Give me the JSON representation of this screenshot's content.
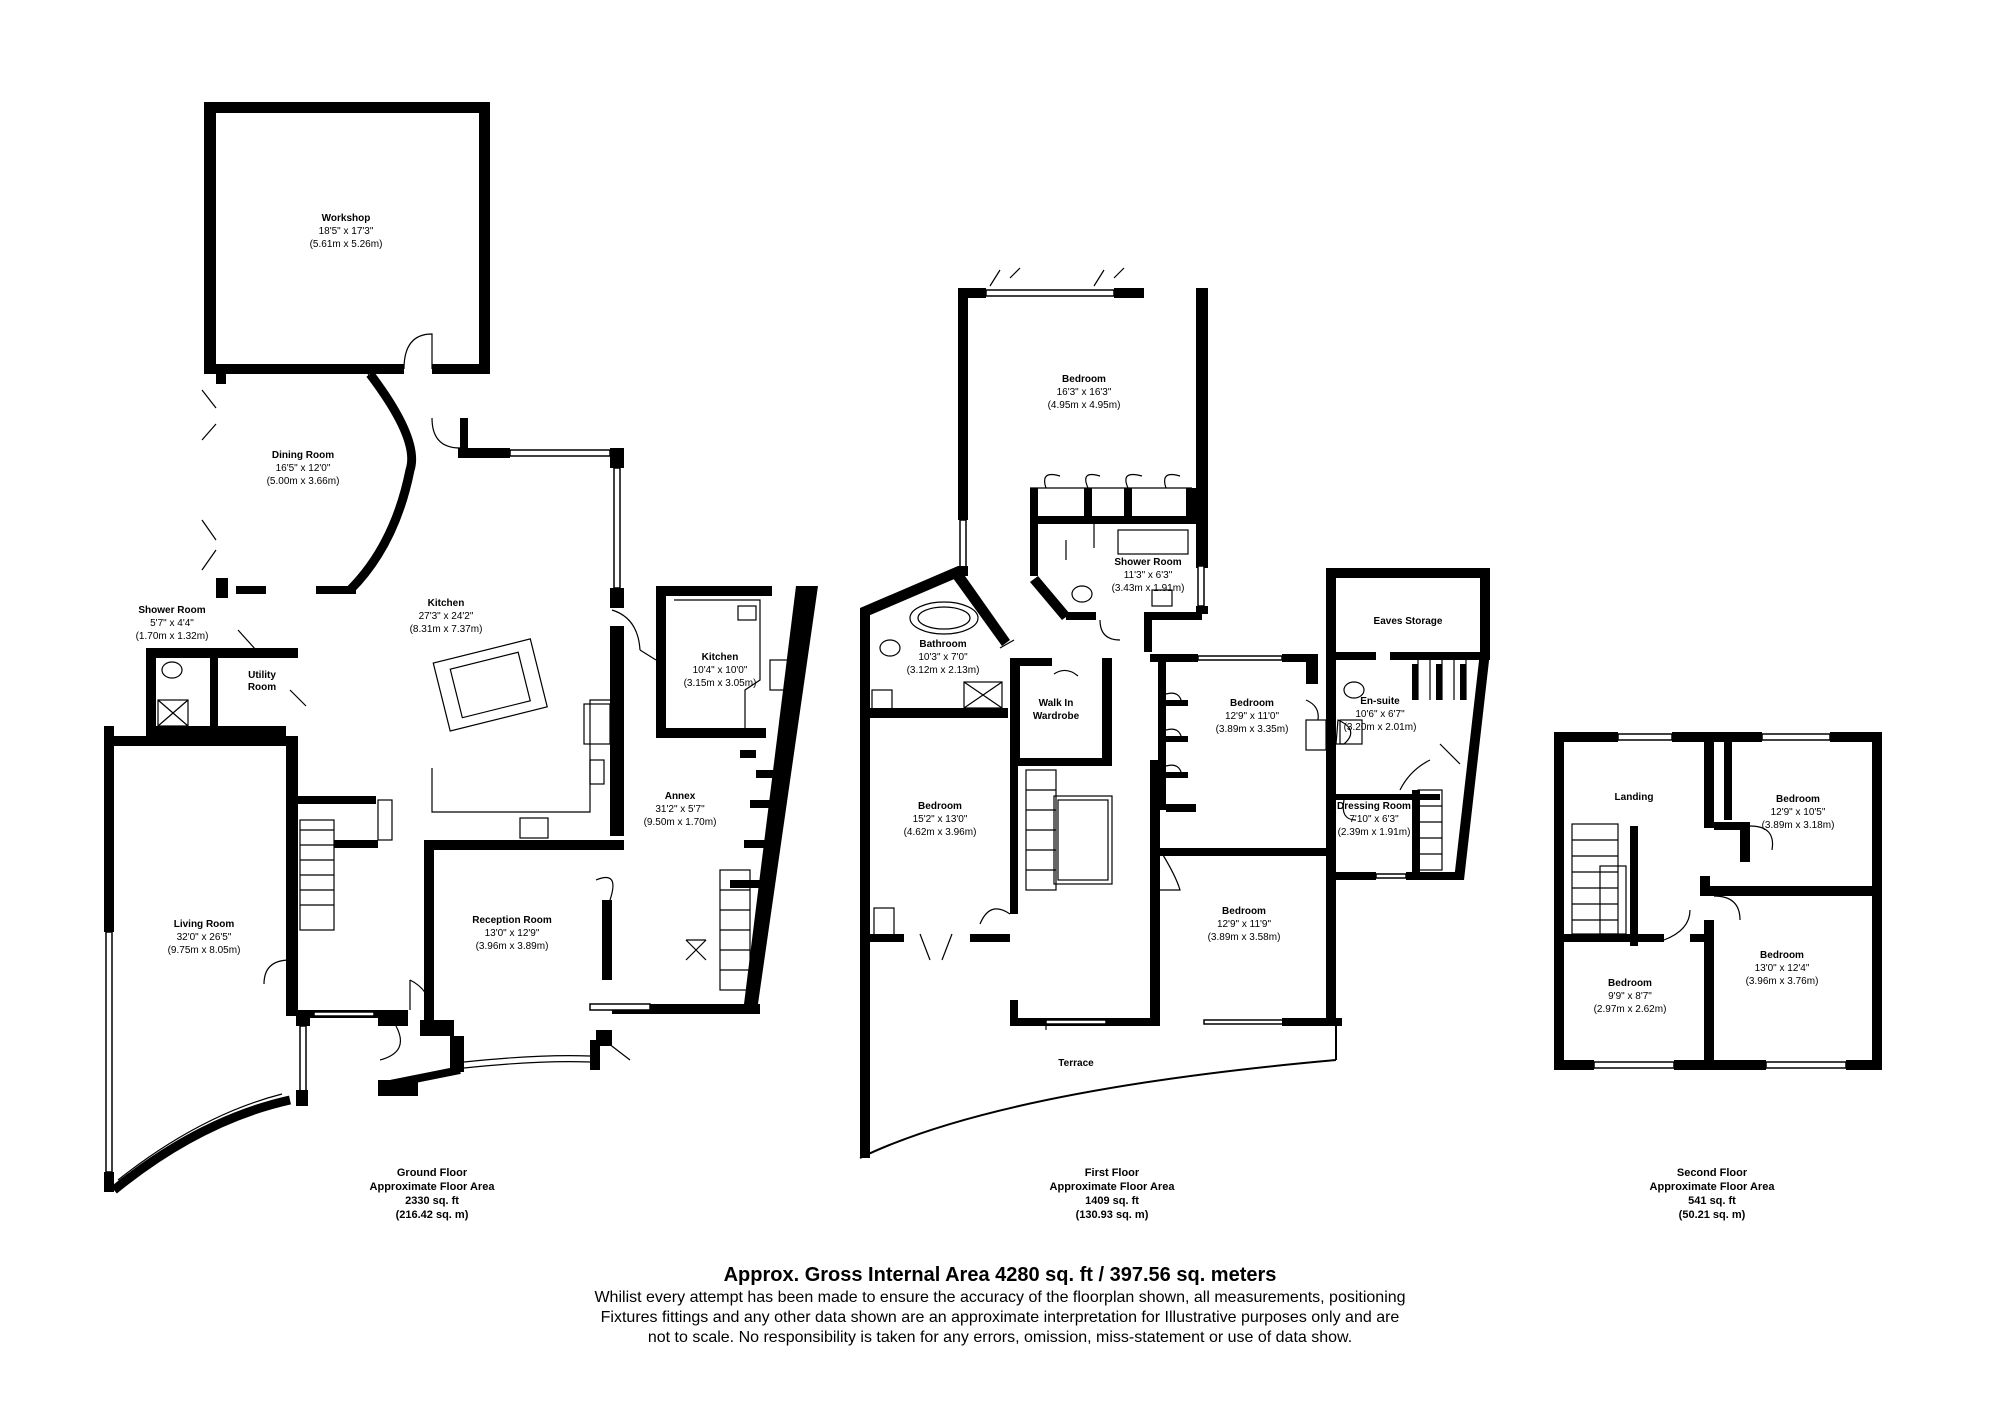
{
  "floors": [
    {
      "name": "Ground Floor",
      "area_label": "Approximate Floor Area",
      "sqft": "2330 sq. ft",
      "sqm": "(216.42 sq. m)",
      "rooms": [
        {
          "name": "Workshop",
          "imperial": "18'5\" x 17'3\"",
          "metric": "(5.61m x 5.26m)"
        },
        {
          "name": "Dining Room",
          "imperial": "16'5\" x 12'0\"",
          "metric": "(5.00m x 3.66m)"
        },
        {
          "name": "Kitchen",
          "imperial": "27'3\" x 24'2\"",
          "metric": "(8.31m x 7.37m)"
        },
        {
          "name": "Kitchen",
          "imperial": "10'4\" x 10'0\"",
          "metric": "(3.15m x 3.05m)"
        },
        {
          "name": "Shower Room",
          "imperial": "5'7\" x 4'4\"",
          "metric": "(1.70m x 1.32m)"
        },
        {
          "name": "Utility Room",
          "imperial": "",
          "metric": ""
        },
        {
          "name": "Annex",
          "imperial": "31'2\" x 5'7\"",
          "metric": "(9.50m x 1.70m)"
        },
        {
          "name": "Living Room",
          "imperial": "32'0\" x 26'5\"",
          "metric": "(9.75m x 8.05m)"
        },
        {
          "name": "Reception Room",
          "imperial": "13'0\" x 12'9\"",
          "metric": "(3.96m x 3.89m)"
        }
      ]
    },
    {
      "name": "First Floor",
      "area_label": "Approximate Floor Area",
      "sqft": "1409 sq. ft",
      "sqm": "(130.93 sq. m)",
      "rooms": [
        {
          "name": "Bedroom",
          "imperial": "16'3\" x 16'3\"",
          "metric": "(4.95m x 4.95m)"
        },
        {
          "name": "Shower Room",
          "imperial": "11'3\" x 6'3\"",
          "metric": "(3.43m x 1.91m)"
        },
        {
          "name": "Bathroom",
          "imperial": "10'3\" x 7'0\"",
          "metric": "(3.12m x 2.13m)"
        },
        {
          "name": "Walk In Wardrobe",
          "imperial": "",
          "metric": ""
        },
        {
          "name": "Eaves Storage",
          "imperial": "",
          "metric": ""
        },
        {
          "name": "En-suite",
          "imperial": "10'6\" x 6'7\"",
          "metric": "(3.20m x 2.01m)"
        },
        {
          "name": "Bedroom",
          "imperial": "12'9\" x 11'0\"",
          "metric": "(3.89m x 3.35m)"
        },
        {
          "name": "Bedroom",
          "imperial": "15'2\" x 13'0\"",
          "metric": "(4.62m x 3.96m)"
        },
        {
          "name": "Dressing Room",
          "imperial": "7'10\" x 6'3\"",
          "metric": "(2.39m x 1.91m)"
        },
        {
          "name": "Bedroom",
          "imperial": "12'9\" x 11'9\"",
          "metric": "(3.89m x 3.58m)"
        },
        {
          "name": "Terrace",
          "imperial": "",
          "metric": ""
        }
      ]
    },
    {
      "name": "Second Floor",
      "area_label": "Approximate Floor Area",
      "sqft": "541 sq. ft",
      "sqm": "(50.21 sq. m)",
      "rooms": [
        {
          "name": "Landing",
          "imperial": "",
          "metric": ""
        },
        {
          "name": "Bedroom",
          "imperial": "12'9\" x 10'5\"",
          "metric": "(3.89m x 3.18m)"
        },
        {
          "name": "Bedroom",
          "imperial": "9'9\" x 8'7\"",
          "metric": "(2.97m x 2.62m)"
        },
        {
          "name": "Bedroom",
          "imperial": "13'0\" x 12'4\"",
          "metric": "(3.96m x 3.76m)"
        }
      ]
    }
  ],
  "summary": {
    "gross_area": "Approx. Gross Internal Area 4280 sq. ft / 397.56 sq. meters",
    "disclaimer_lines": [
      "Whilist every attempt has been made to ensure the accuracy of the floorplan shown, all measurements, positioning",
      "Fixtures fittings and any other data shown are an approximate interpretation for Illustrative purposes only  and are",
      "not to scale. No responsibility is taken for any errors, omission, miss-statement or use of data show."
    ]
  }
}
